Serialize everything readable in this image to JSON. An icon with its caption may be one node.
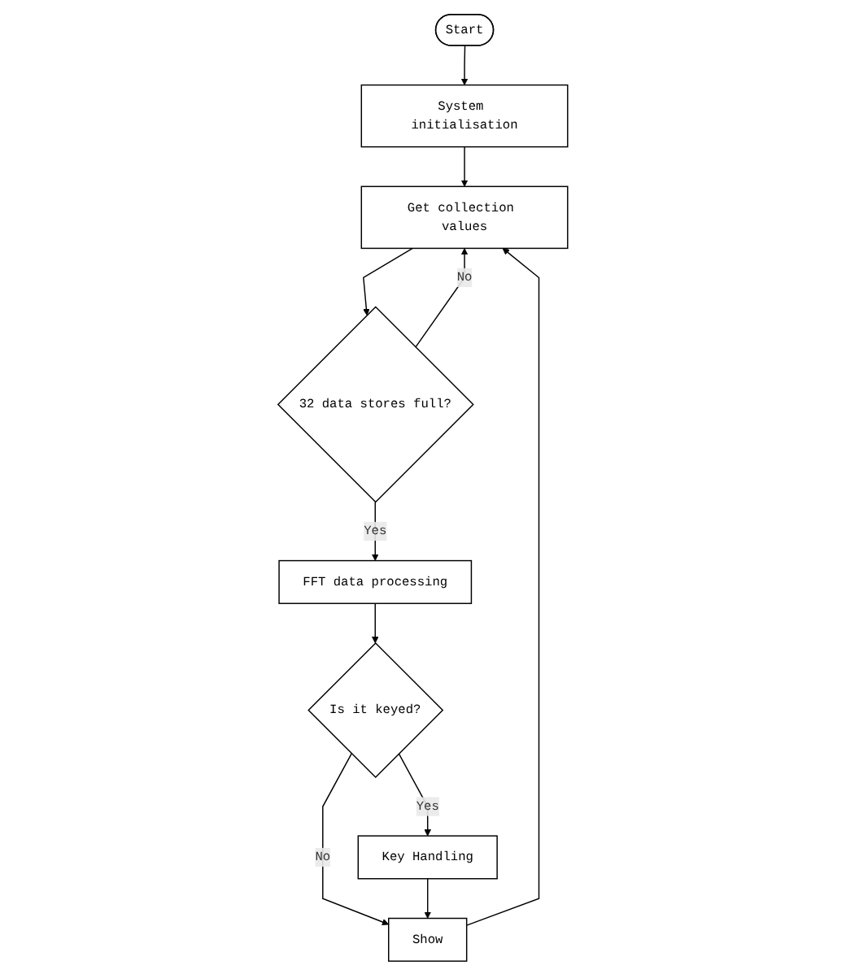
{
  "diagram": {
    "nodes": [
      {
        "text": [
          "Start"
        ]
      },
      {
        "text": [
          "System initialisation"
        ]
      },
      {
        "text": [
          "Get collection values"
        ]
      },
      {
        "text": [
          "32 data stores full?"
        ]
      },
      {
        "text": [
          "FFT data processing"
        ]
      },
      {
        "text": [
          "Is it keyed?"
        ]
      },
      {
        "text": [
          "Key Handling"
        ]
      },
      {
        "text": [
          "Show"
        ]
      }
    ],
    "edges": [
      {
        "from": 0,
        "to": 1,
        "arrow": "to"
      },
      {
        "from": 1,
        "to": 2,
        "arrow": "to"
      },
      {
        "from": 2,
        "to": 3,
        "arrow": "to"
      },
      {
        "from": 3,
        "to": 2,
        "arrow": "to",
        "label": "No"
      },
      {
        "from": 3,
        "to": 4,
        "arrow": "to",
        "label": "Yes"
      },
      {
        "from": 4,
        "to": 5,
        "arrow": "to"
      },
      {
        "from": 5,
        "to": 6,
        "arrow": "to",
        "label": "Yes"
      },
      {
        "from": 5,
        "to": 7,
        "arrow": "to",
        "label": "No"
      },
      {
        "from": 6,
        "to": 7,
        "arrow": "to"
      },
      {
        "from": 7,
        "to": 2,
        "arrow": "to"
      }
    ]
  }
}
